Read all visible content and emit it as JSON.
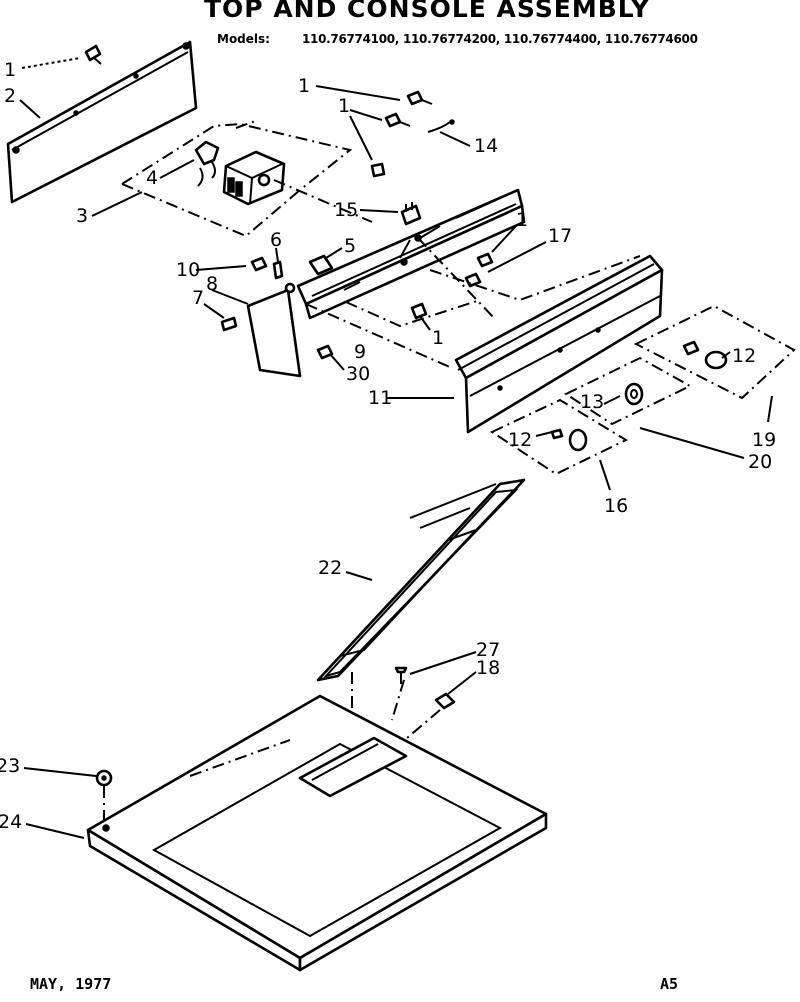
{
  "header": {
    "title": "TOP AND CONSOLE ASSEMBLY",
    "models_label": "Models:",
    "models": "110.76774100, 110.76774200, 110.76774400, 110.76774600"
  },
  "footer": {
    "date": "MAY, 1977",
    "code": "A5"
  },
  "callouts": {
    "c1a": "1",
    "c1b": "1",
    "c1c": "1",
    "c1d": "1",
    "c1e": "1",
    "c2": "2",
    "c3": "3",
    "c4": "4",
    "c5": "5",
    "c6": "6",
    "c7": "7",
    "c8": "8",
    "c9": "9",
    "c10": "10",
    "c11": "11",
    "c12a": "12",
    "c12b": "12",
    "c13": "13",
    "c14": "14",
    "c15": "15",
    "c16": "16",
    "c17": "17",
    "c18": "18",
    "c19": "19",
    "c20": "20",
    "c22": "22",
    "c23": "23",
    "c24": "24",
    "c27": "27",
    "c30": "30"
  }
}
